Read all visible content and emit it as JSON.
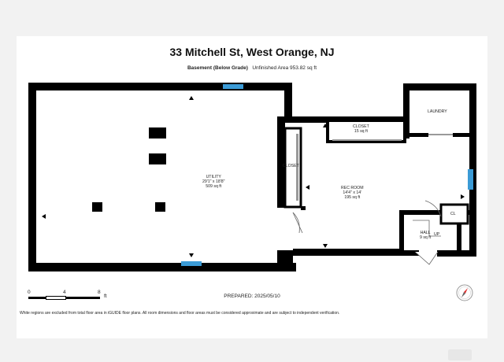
{
  "header": {
    "address": "33 Mitchell St, West Orange, NJ",
    "level": "Basement (Below Grade)",
    "area": "Unfinished Area 953.82 sq ft"
  },
  "rooms": {
    "utility": {
      "name": "UTILITY",
      "dims": "29'1\" x 18'8\"",
      "area": "509 sq ft"
    },
    "closet_top": {
      "name": "CLOSET",
      "area": "15 sq ft"
    },
    "laundry": {
      "name": "LAUNDRY"
    },
    "closet_side": {
      "name": "CLOSET"
    },
    "rec_room": {
      "name": "REC ROOM",
      "dims": "14'4\" x 14'",
      "area": "195 sq ft"
    },
    "cl": {
      "name": "CL"
    },
    "hall": {
      "name": "HALL",
      "area": "9 sq ft"
    },
    "up": {
      "name": "UP"
    }
  },
  "scale": {
    "zero": "0",
    "four": "4",
    "eight": "8",
    "unit": "ft"
  },
  "prepared": "PREPARED: 2025/05/10",
  "disclaimer": "White regions are excluded from total floor area in iGUIDE floor plans. All room dimensions and floor areas must be considered approximate and are subject to independent verification.",
  "colors": {
    "wall": "#000000",
    "window": "#3b9bd6",
    "background": "#f2f2f2",
    "sheet": "#ffffff"
  },
  "icons": {
    "compass": "compass-icon"
  }
}
